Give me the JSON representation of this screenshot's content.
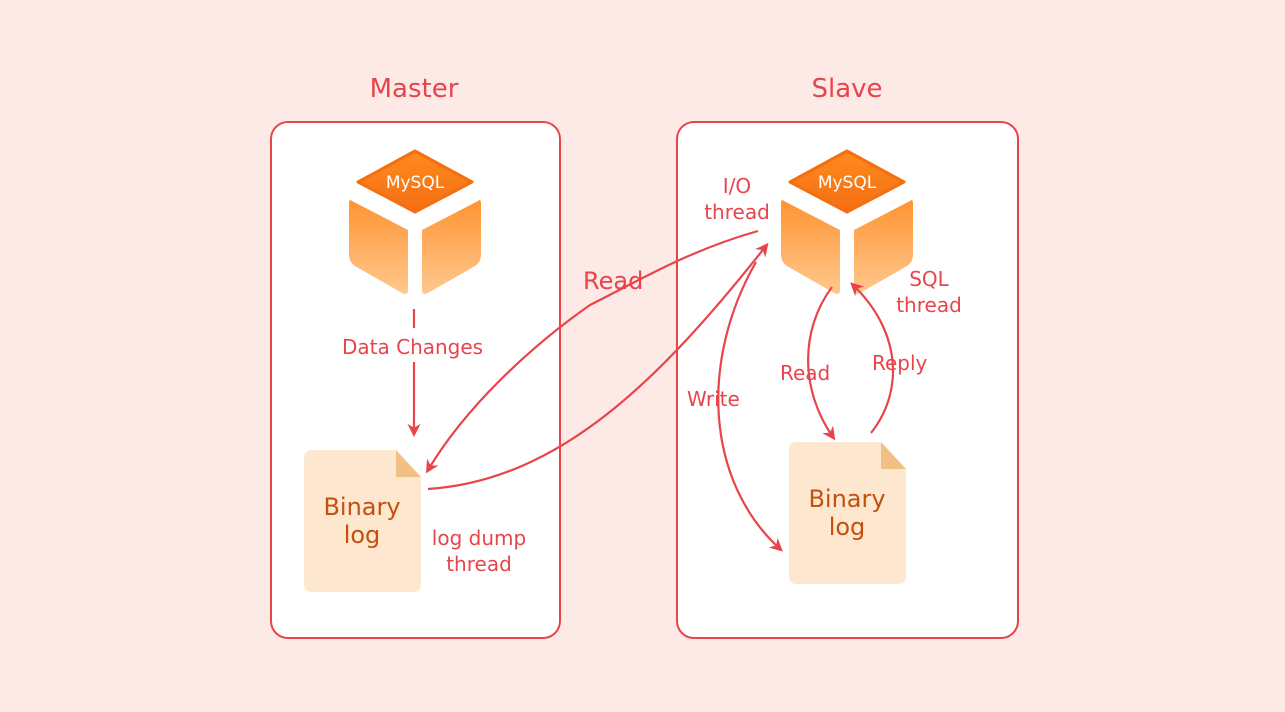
{
  "master": {
    "title": "Master",
    "db_label": "MySQL",
    "data_changes": "Data Changes",
    "binary_log": [
      "Binary",
      "log"
    ],
    "dump_thread": [
      "log dump",
      "thread"
    ]
  },
  "slave": {
    "title": "Slave",
    "db_label": "MySQL",
    "io_thread": [
      "I/O",
      "thread"
    ],
    "sql_thread": [
      "SQL",
      "thread"
    ],
    "write": "Write",
    "read": "Read",
    "reply": "Reply",
    "binary_log": [
      "Binary",
      "log"
    ]
  },
  "between": {
    "read": "Read"
  },
  "colors": {
    "background": "#fde9e5",
    "accent": "#e8444c",
    "file_fill": "#fde8cf",
    "file_text": "#c4500f",
    "cube_top": "#fb7d1c",
    "cube_side": "#ffb15e"
  }
}
